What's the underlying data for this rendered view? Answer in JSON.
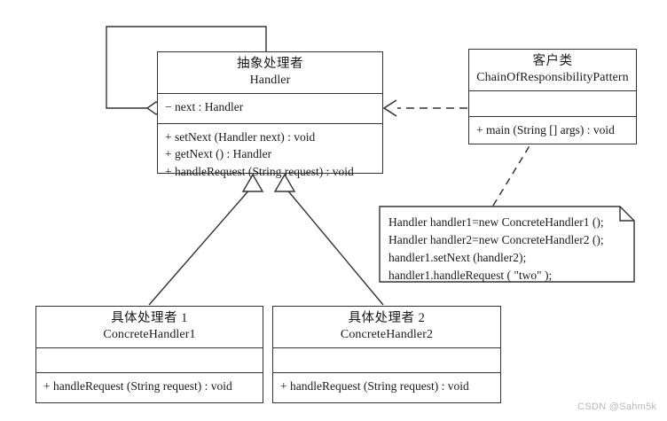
{
  "diagram": {
    "title": "Chain of Responsibility Pattern UML class diagram",
    "line_color": "#333333",
    "background": "#ffffff"
  },
  "handler_class": {
    "name_cn": "抽象处理者",
    "name_en": "Handler",
    "attributes": [
      "− next : Handler"
    ],
    "methods": [
      "+ setNext (Handler next) : void",
      "+ getNext () : Handler",
      "+ handleRequest (String request) : void"
    ]
  },
  "client_class": {
    "name_cn": "客户类",
    "name_en": "ChainOfResponsibilityPattern",
    "attributes": [],
    "methods": [
      "+ main (String [] args) : void"
    ]
  },
  "concrete_handler_1": {
    "name_cn": "具体处理者 1",
    "name_en": "ConcreteHandler1",
    "attributes": [],
    "methods": [
      "+ handleRequest (String request) : void"
    ]
  },
  "concrete_handler_2": {
    "name_cn": "具体处理者 2",
    "name_en": "ConcreteHandler2",
    "attributes": [],
    "methods": [
      "+ handleRequest (String request) : void"
    ]
  },
  "note": {
    "lines": [
      "Handler handler1=new ConcreteHandler1 ();",
      "Handler handler2=new ConcreteHandler2 ();",
      "handler1.setNext (handler2);",
      "handler1.handleRequest (  \"two\"  );"
    ]
  },
  "relations": {
    "self_aggregation": "aggregation-loop-handler-next",
    "dependency": "client-depends-on-handler",
    "generalization_1": "concrete-handler-1-extends-handler",
    "generalization_2": "concrete-handler-2-extends-handler",
    "note_anchor": "note-attached-to-client"
  },
  "watermark": {
    "text": "CSDN @Sahm5k"
  }
}
